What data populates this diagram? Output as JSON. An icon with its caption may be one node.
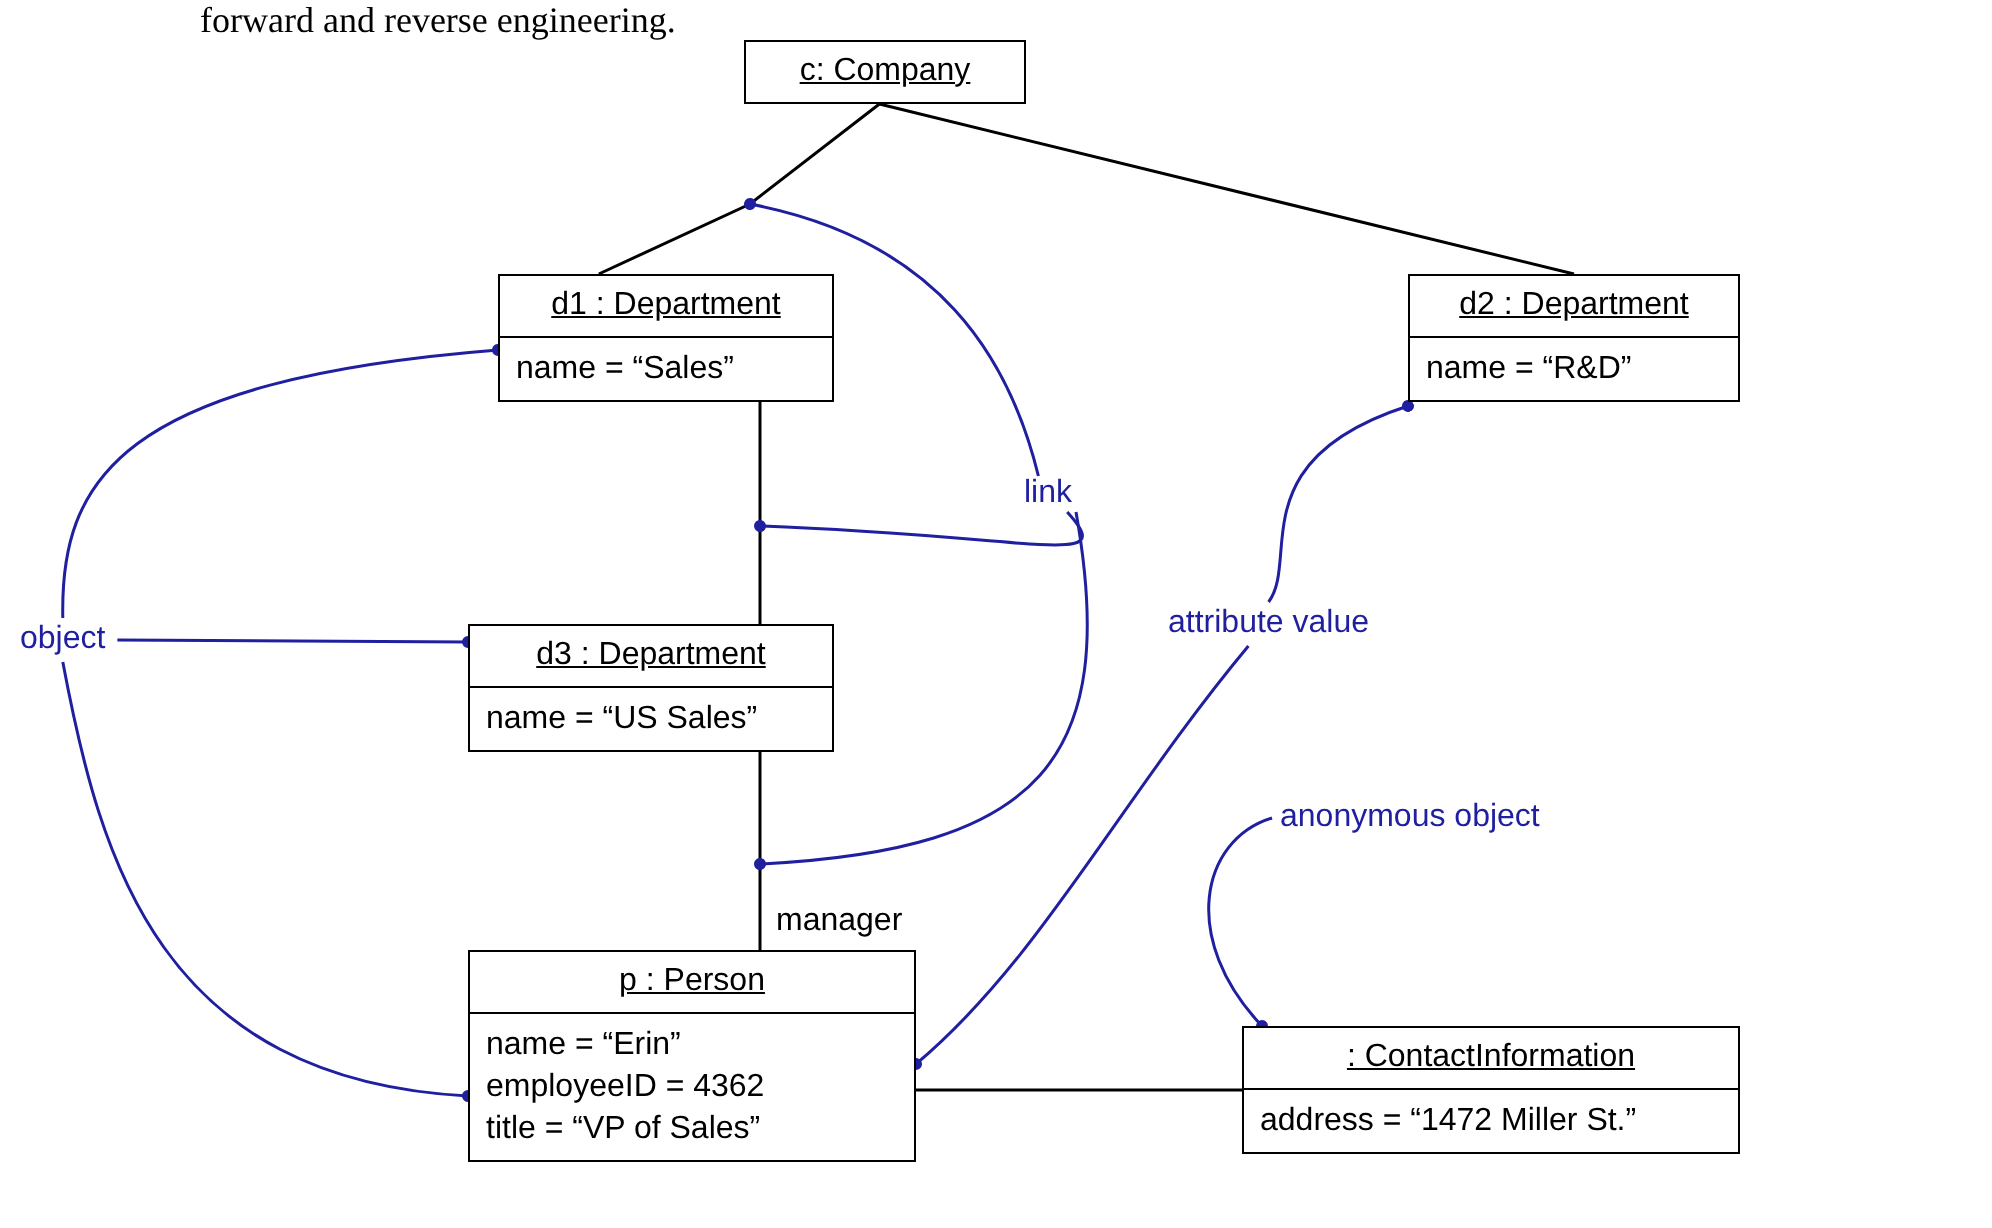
{
  "diagram": {
    "nodes": [
      {
        "text": [
          "c: Company"
        ]
      },
      {
        "text": [
          "d1 : Department",
          "name = “Sales”"
        ]
      },
      {
        "text": [
          "d2 : Department",
          "name = “R&D”"
        ]
      },
      {
        "text": [
          "d3 : Department",
          "name = “US Sales”"
        ]
      },
      {
        "text": [
          "p : Person",
          "name = “Erin”",
          "employeeID = 4362",
          "title = “VP of Sales”"
        ]
      },
      {
        "text": [
          ": ContactInformation",
          "address = “1472 Miller St.”"
        ]
      },
      {
        "text": [
          "link"
        ]
      },
      {
        "text": [
          "object"
        ]
      },
      {
        "text": [
          "attribute value"
        ]
      },
      {
        "text": [
          "anonymous object"
        ]
      }
    ],
    "edges": [
      {
        "from": 0,
        "to": 1,
        "arrow": "none",
        "color": "#000000"
      },
      {
        "from": 0,
        "to": 2,
        "arrow": "none",
        "color": "#000000"
      },
      {
        "from": 1,
        "to": 3,
        "arrow": "none",
        "color": "#000000"
      },
      {
        "from": 3,
        "to": 4,
        "label": "manager",
        "arrow": "none",
        "color": "#000000"
      },
      {
        "from": 4,
        "to": 5,
        "arrow": "none",
        "color": "#000000"
      },
      {
        "from": 6,
        "to": null,
        "arrow": "other",
        "color": "#1f1fa0"
      },
      {
        "from": 6,
        "to": null,
        "arrow": "other",
        "color": "#1f1fa0"
      },
      {
        "from": 6,
        "to": null,
        "arrow": "other",
        "color": "#1f1fa0"
      },
      {
        "from": 7,
        "to": 1,
        "arrow": "other",
        "color": "#1f1fa0"
      },
      {
        "from": 7,
        "to": 3,
        "arrow": "other",
        "color": "#1f1fa0"
      },
      {
        "from": 7,
        "to": 4,
        "arrow": "other",
        "color": "#1f1fa0"
      },
      {
        "from": 8,
        "to": 2,
        "arrow": "other",
        "color": "#1f1fa0"
      },
      {
        "from": 8,
        "to": 4,
        "arrow": "other",
        "color": "#1f1fa0"
      },
      {
        "from": 9,
        "to": 5,
        "arrow": "other",
        "color": "#1f1fa0"
      }
    ],
    "labels": [
      "forward and reverse engineering."
    ]
  }
}
